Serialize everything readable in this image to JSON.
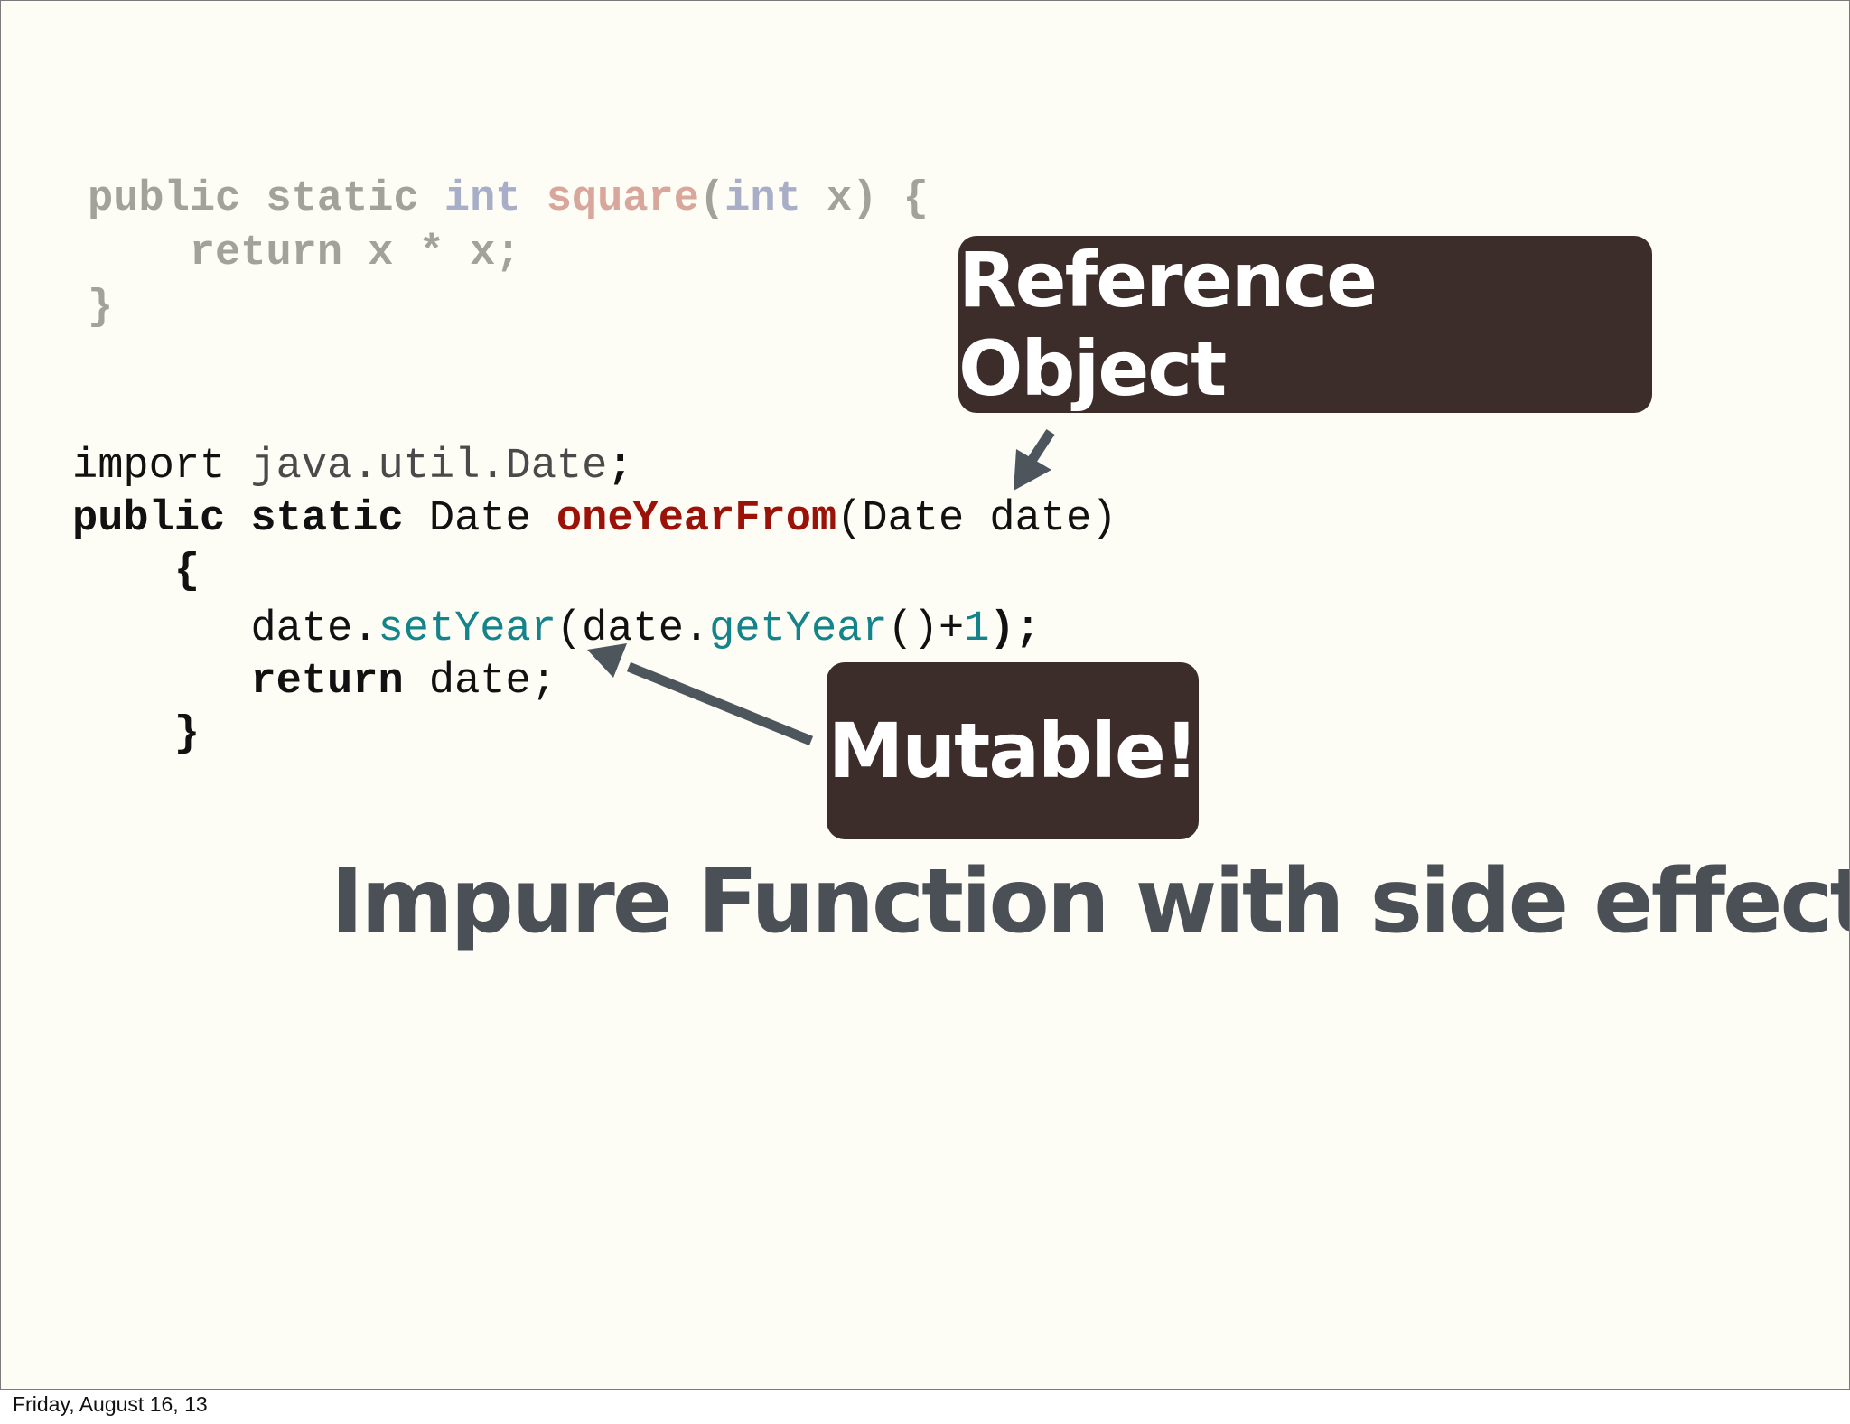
{
  "code_square": {
    "line1": {
      "kw1": "public static ",
      "kw2": "int ",
      "fn": "square",
      "paren": "(",
      "kw3": "int",
      "rest": " x) {"
    },
    "line2": {
      "indent": "    ",
      "kw": "return",
      "rest": " x * x;"
    },
    "line3": {
      "brace": "}"
    }
  },
  "code_date": {
    "line1": {
      "kw": "import",
      "pkg": " java.util.Date",
      "semi": ";"
    },
    "line2": {
      "kw": "public static",
      "type": " Date ",
      "fn": "oneYearFrom",
      "rest": "(Date date)"
    },
    "line3": {
      "indent": "    ",
      "brace": "{"
    },
    "line4": {
      "indent": "       ",
      "obj1": "date.",
      "m1": "setYear",
      "mid": "(date.",
      "m2": "getYear",
      "mid2": "()+",
      "num": "1",
      "end": ");"
    },
    "line5": {
      "indent": "       ",
      "kw": "return",
      "rest": " date;"
    },
    "line6": {
      "indent": "    ",
      "brace": "}"
    }
  },
  "callouts": {
    "reference": "Reference Object",
    "mutable": "Mutable!"
  },
  "headline": "Impure Function with side effects",
  "footer_date": "Friday, August 16, 13",
  "colors": {
    "callout_bg": "#3c2d2b",
    "headline": "#4b5056",
    "method_name": "#9a1208",
    "method_call": "#15838a",
    "arrow": "#4e565d"
  }
}
